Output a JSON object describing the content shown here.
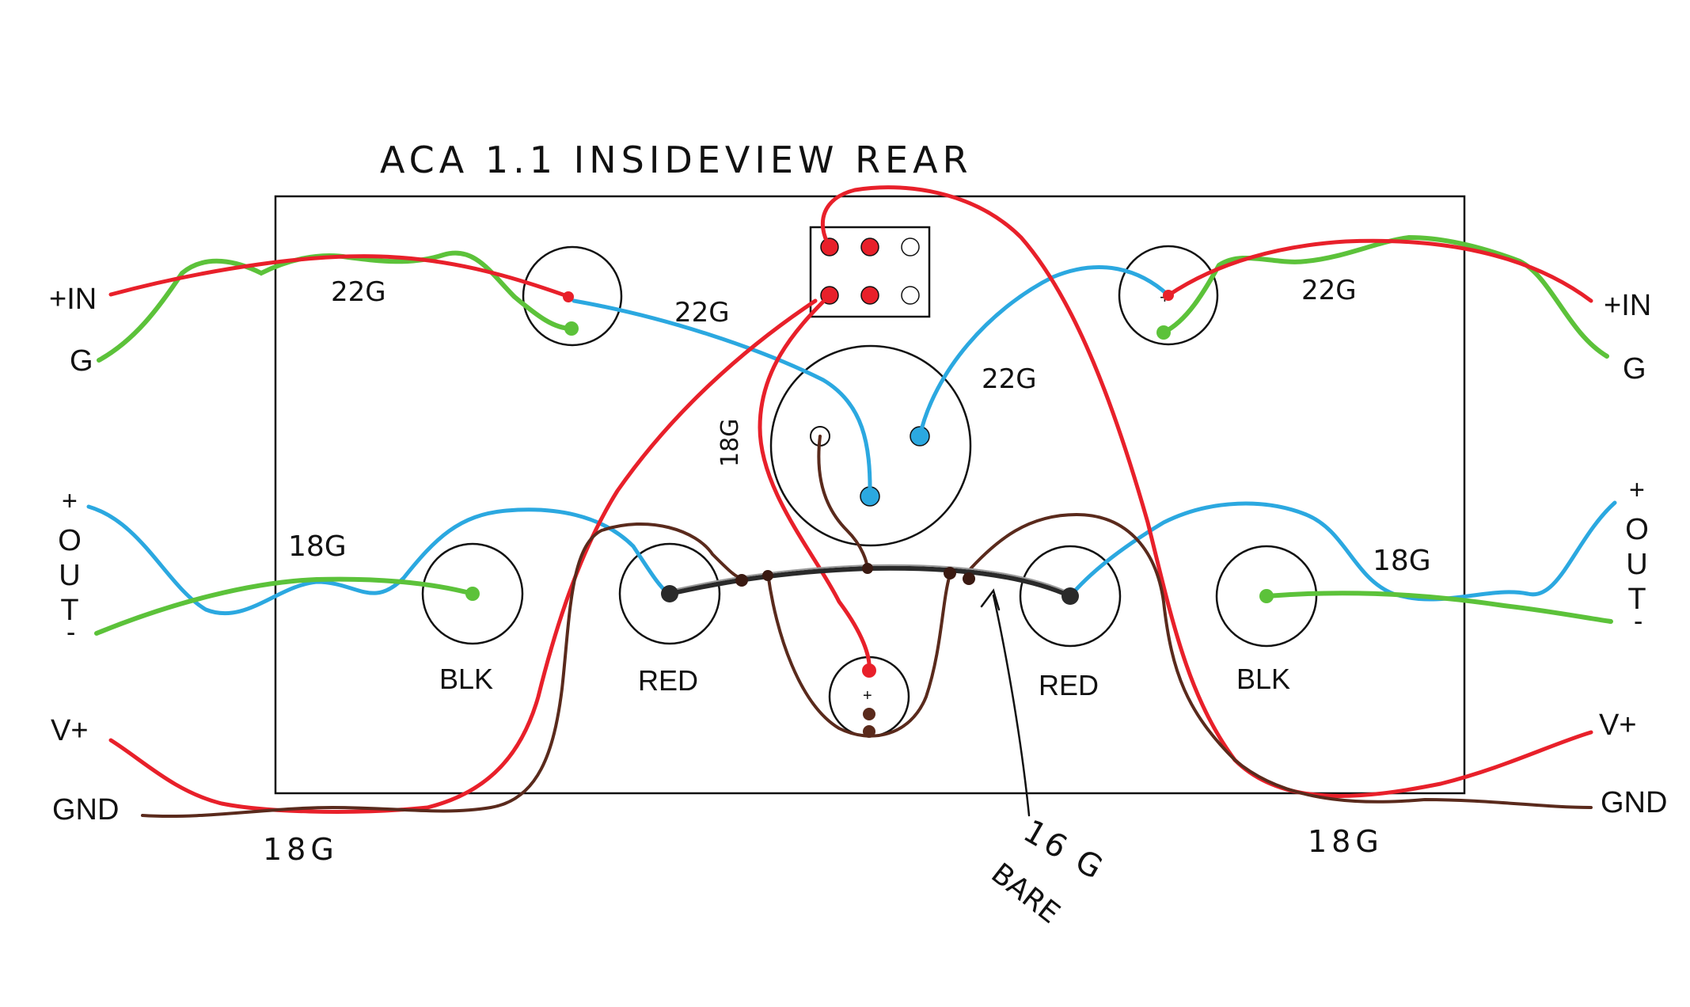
{
  "title": "ACA 1.1  INSIDEVIEW  REAR",
  "colors": {
    "red_wire": "#e8202a",
    "green_wire": "#5cc23a",
    "blue_wire": "#2ba8e0",
    "brown_wire": "#5a2a1c",
    "bare_wire": "#2a2a2a",
    "outline": "#111111"
  },
  "left_terminals": {
    "in_plus": "+IN",
    "in_ground": "G",
    "out_plus": "+",
    "out_word": "OUT",
    "out_minus": "-",
    "v_plus": "V+",
    "gnd": "GND"
  },
  "right_terminals": {
    "in_plus": "+IN",
    "in_ground": "G",
    "out_plus": "+",
    "out_word": "OUT",
    "out_minus": "-",
    "v_plus": "V+",
    "gnd": "GND"
  },
  "wire_gauges": {
    "input_left": "22G",
    "input_center_left": "22G",
    "input_center_right": "22G",
    "input_right": "22G",
    "output_left": "18G",
    "output_right": "18G",
    "power_left": "18G",
    "power_right": "18G",
    "bus_gauge": "16 G",
    "bus_type": "BARE",
    "vertical_label": "18G"
  },
  "binding_posts": {
    "left_black": "BLK",
    "left_red": "RED",
    "right_red": "RED",
    "right_black": "BLK"
  },
  "symbols": {
    "plus": "+"
  }
}
